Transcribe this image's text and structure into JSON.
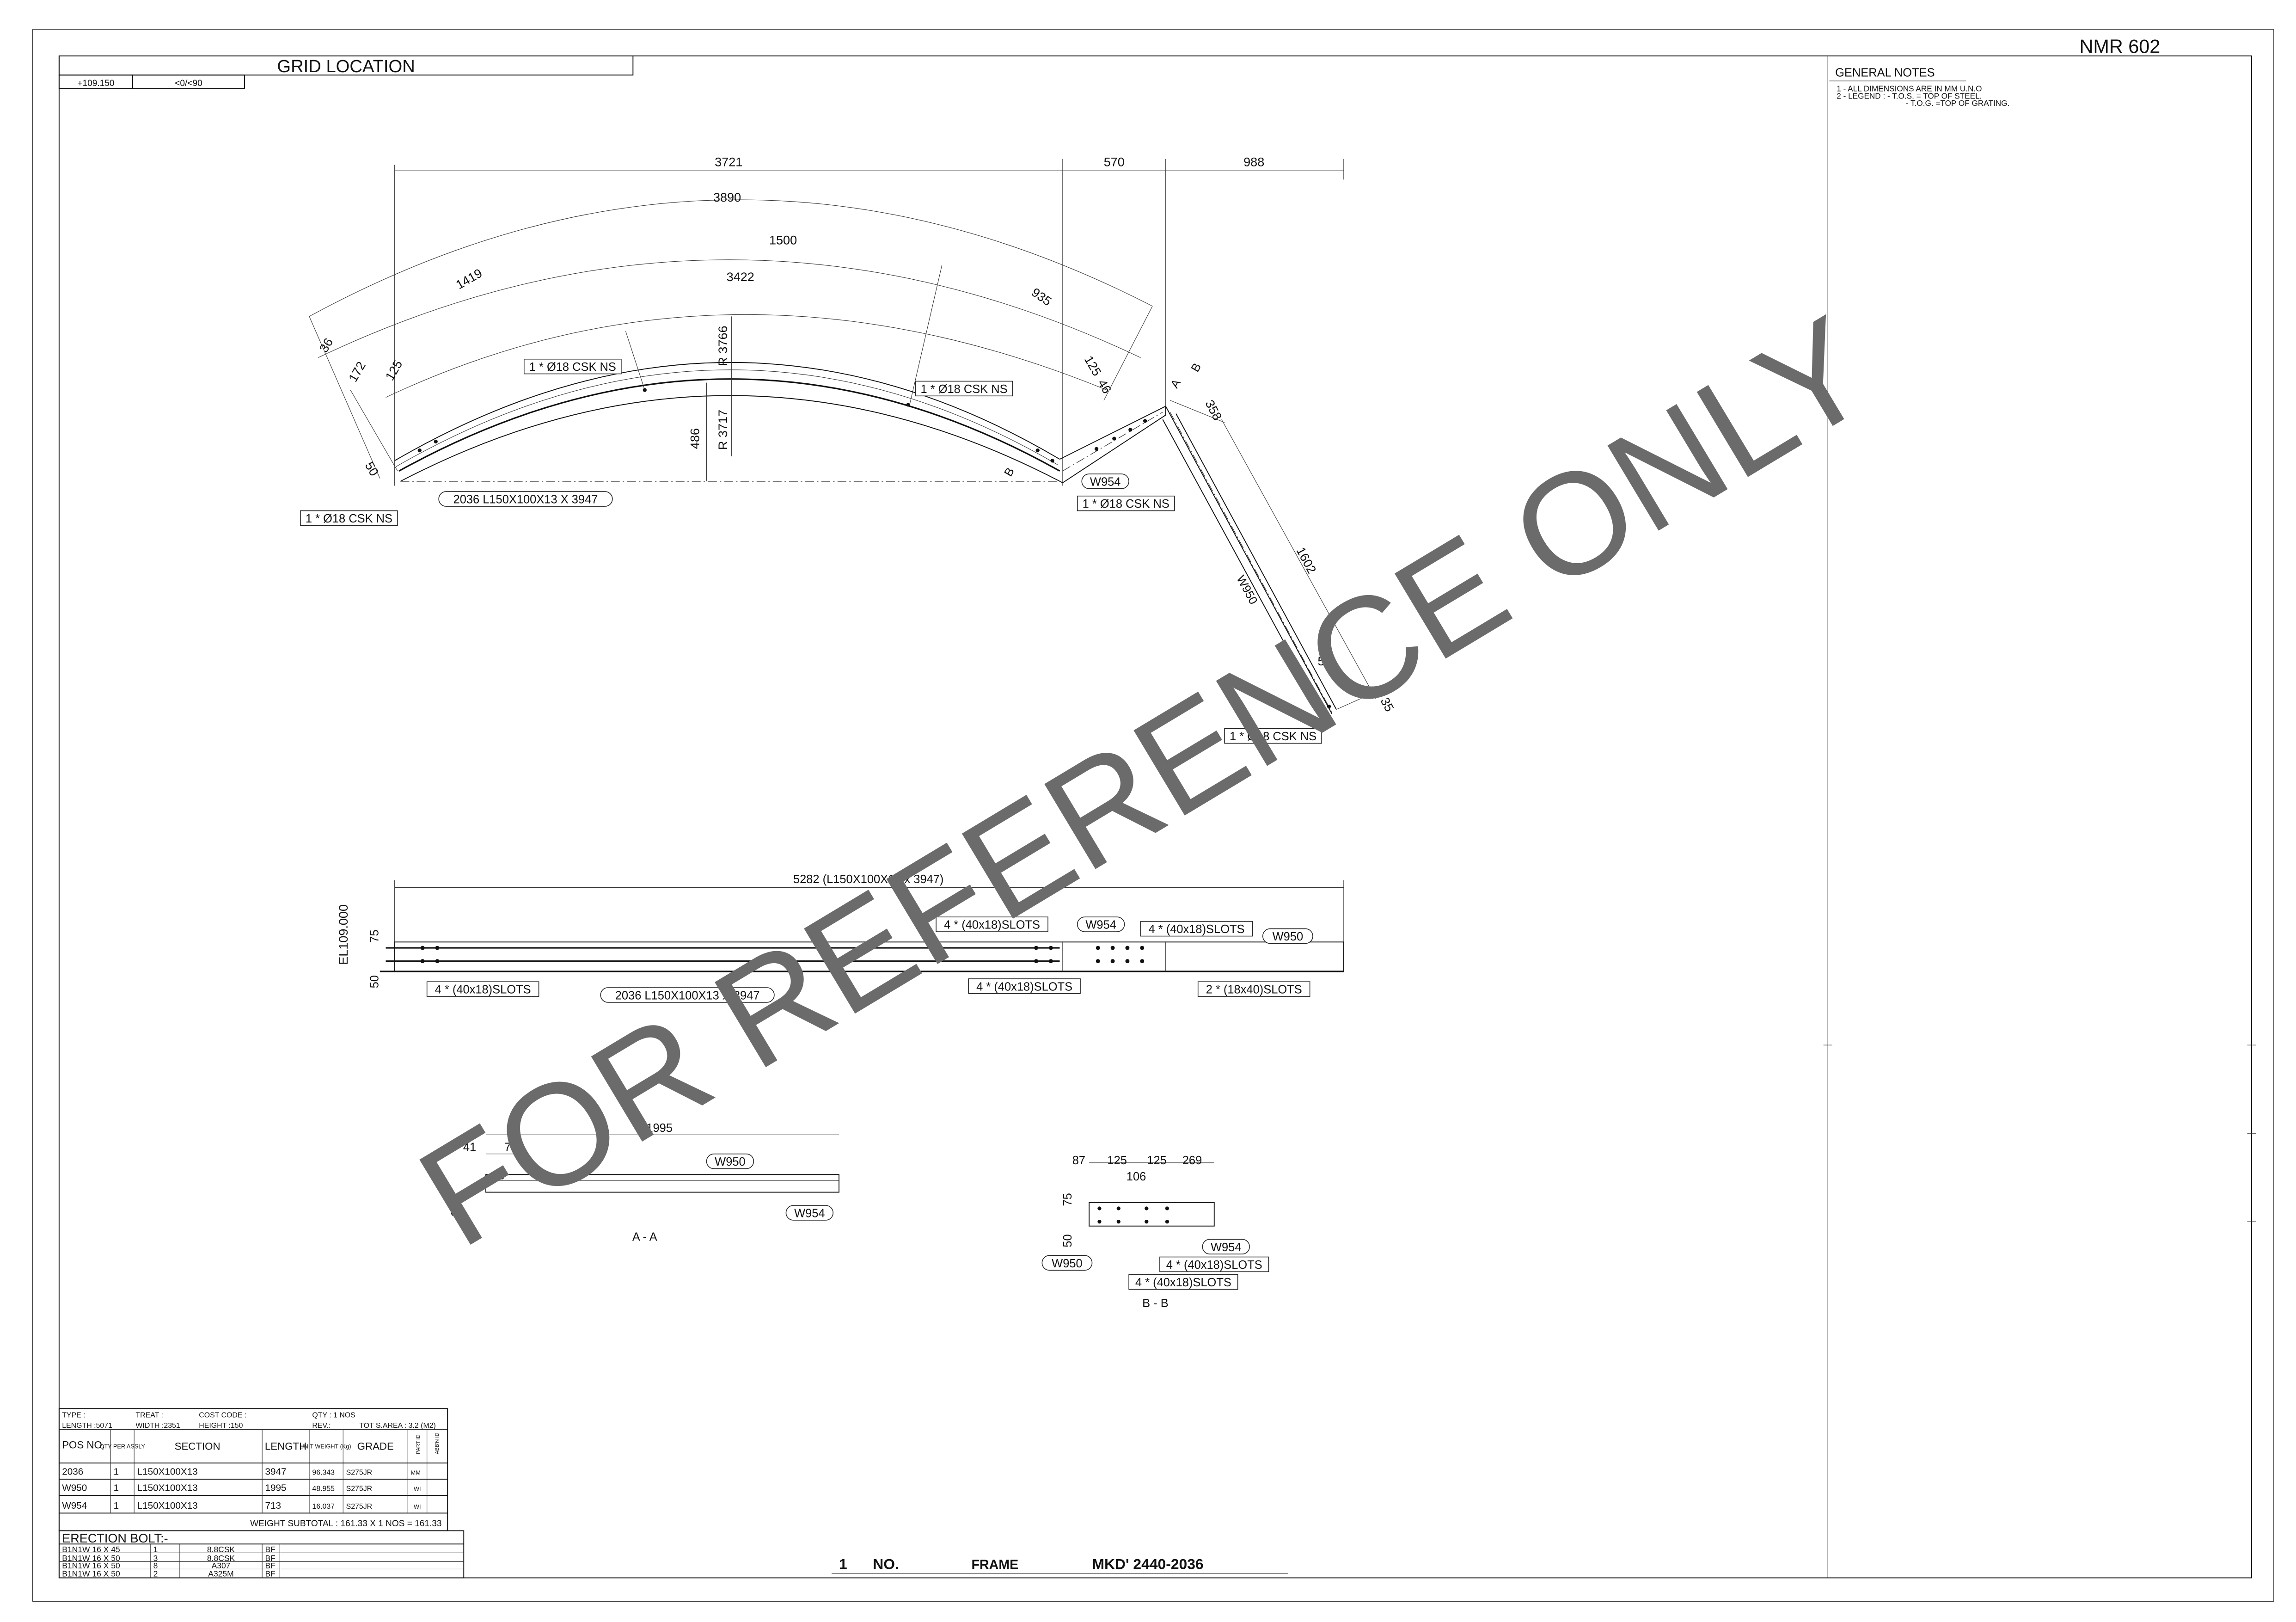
{
  "sheet": {
    "drawing_no": "NMR  602"
  },
  "grid_location": {
    "title": "GRID LOCATION",
    "elevation": "+109.150",
    "angle": "<0/<90"
  },
  "general_notes": {
    "title": "GENERAL  NOTES",
    "lines": [
      "1 - ALL DIMENSIONS ARE IN MM U.N.O",
      "2 - LEGEND : - T.O.S. = TOP OF STEEL.",
      "- T.O.G. =TOP OF GRATING."
    ]
  },
  "plan_view": {
    "dims": {
      "d3721": "3721",
      "d570": "570",
      "d988": "988",
      "d3890": "3890",
      "d1500": "1500",
      "d3422": "3422",
      "d1419": "1419",
      "d935": "935",
      "d36": "36",
      "d172": "172",
      "d125a": "125",
      "d125b": "125",
      "d46": "46",
      "d50": "50",
      "d486": "486",
      "r3766": "R 3766",
      "r3717": "R 3717",
      "d358": "358",
      "d1602": "1602",
      "d50b": "50",
      "d35": "35"
    },
    "labels": {
      "hole1": "1 * Ø18 CSK NS",
      "hole2": "1 * Ø18 CSK NS",
      "hole3": "1 * Ø18 CSK NS",
      "hole4": "1 * Ø18 CSK NS",
      "hole5": "1 * Ø18 CSK NS",
      "main_member": "2036 L150X100X13 X 3947",
      "w954": "W954",
      "w950": "W950",
      "sec_a": "A",
      "sec_b": "B",
      "sec_b2": "B"
    }
  },
  "elevation_view": {
    "overall": "5282 (L150X100X13 x 3947)",
    "el": "EL109.000",
    "d75": "75",
    "d50": "50",
    "labels": {
      "slots1": "4 * (40x18)SLOTS",
      "slots2": "4 * (40x18)SLOTS",
      "slots3": "4 * (40x18)SLOTS",
      "slots4": "4 * (40x18)SLOTS",
      "slots5": "2 * (18x40)SLOTS",
      "member": "2036 L150X100X13 X 3947",
      "w954": "W954",
      "w950": "W950"
    }
  },
  "section_aa": {
    "title": "A - A",
    "d1995": "1995",
    "d41": "41",
    "d75": "75",
    "d100": "100",
    "w950": "W950",
    "w954": "W954"
  },
  "section_bb": {
    "title": "B - B",
    "d87": "87",
    "d125a": "125",
    "d125b": "125",
    "d269": "269",
    "d106": "106",
    "d75": "75",
    "d50": "50",
    "w954": "W954",
    "w950": "W950",
    "slots1": "4 * (40x18)SLOTS",
    "slots2": "4 * (40x18)SLOTS"
  },
  "bom": {
    "header": {
      "type": "TYPE     :",
      "treat": "TREAT :",
      "cost_code": "COST CODE :",
      "qty": "QTY :   1    NOS",
      "length": "LENGTH :5071",
      "width": "WIDTH :2351",
      "height": "HEIGHT        :150",
      "rev": "REV.:",
      "area": "TOT S.AREA :  3.2  (M2)"
    },
    "columns": [
      "POS NO.",
      "QTY PER ASSLY",
      "SECTION",
      "LENGTH",
      "UNIT WEIGHT (Kg)",
      "GRADE",
      "PART ID",
      "ABB'N ID"
    ],
    "rows": [
      [
        "2036",
        "1",
        "L150X100X13",
        "3947",
        "96.343",
        "S275JR",
        "MM",
        ""
      ],
      [
        "W950",
        "1",
        "L150X100X13",
        "1995",
        "48.955",
        "S275JR",
        "WI",
        ""
      ],
      [
        "W954",
        "1",
        "L150X100X13",
        "713",
        "16.037",
        "S275JR",
        "WI",
        ""
      ]
    ],
    "subtotal": "WEIGHT SUBTOTAL :   161.33   X    1    NOS =   161.33"
  },
  "erection_bolts": {
    "title": "ERECTION BOLT:-",
    "rows": [
      [
        "B1N1W  16 X 45",
        "1",
        "8.8CSK",
        "BF"
      ],
      [
        "B1N1W  16 X 50",
        "3",
        "8.8CSK",
        "BF"
      ],
      [
        "B1N1W  16 X 50",
        "8",
        "A307",
        "BF"
      ],
      [
        "B1N1W  16 X 50",
        "2",
        "A325M",
        "BF"
      ]
    ]
  },
  "title_block": {
    "qty": "1",
    "no": "NO.",
    "desc": "FRAME",
    "mark": "MKD'  2440-2036"
  },
  "watermark": {
    "text": "FOR REFERENCE ONLY",
    "color": "#6b6b6b"
  }
}
